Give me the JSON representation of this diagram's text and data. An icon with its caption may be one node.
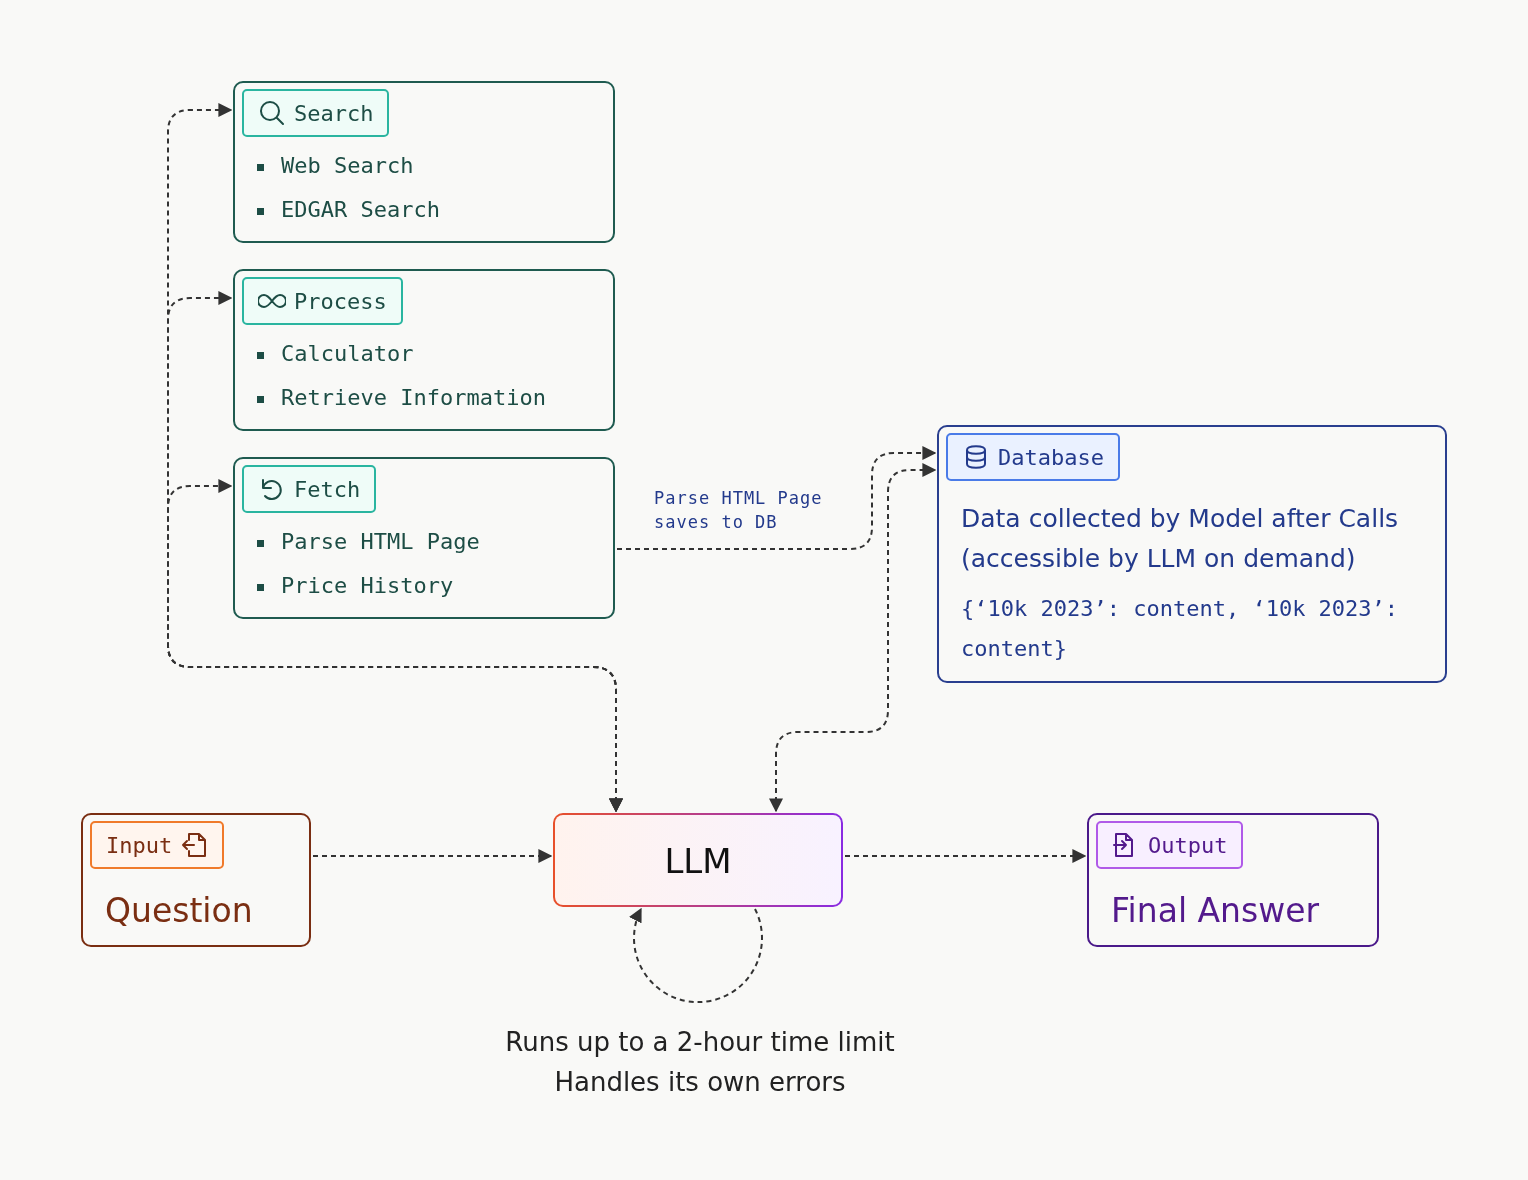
{
  "diagram": {
    "nodes": [
      {
        "text": [
          "Search",
          "Web Search",
          "EDGAR Search"
        ]
      },
      {
        "text": [
          "Process",
          "Calculator",
          "Retrieve Information"
        ]
      },
      {
        "text": [
          "Fetch",
          "Parse HTML Page",
          "Price History"
        ]
      },
      {
        "text": [
          "Database",
          "Data collected by Model after Calls (accessible by LLM on demand)",
          "{‘10k 2023’: content, ‘10k 2023’: content}"
        ]
      },
      {
        "text": [
          "Input",
          "Question"
        ]
      },
      {
        "text": [
          "LLM"
        ],
        "beside": [
          "Runs up to a 2-hour time limit",
          "Handles its own errors"
        ]
      },
      {
        "text": [
          "Output",
          "Final Answer"
        ]
      }
    ],
    "edges": [
      {
        "from": 5,
        "to": 0,
        "arrow": "both",
        "style": "dashed"
      },
      {
        "from": 5,
        "to": 1,
        "arrow": "both",
        "style": "dashed"
      },
      {
        "from": 5,
        "to": 2,
        "arrow": "both",
        "style": "dashed"
      },
      {
        "from": 2,
        "to": 3,
        "arrow": "to",
        "label": "Parse HTML Page saves to DB",
        "style": "dashed"
      },
      {
        "from": 5,
        "to": 3,
        "arrow": "both",
        "style": "dashed"
      },
      {
        "from": 4,
        "to": 5,
        "arrow": "to",
        "style": "dashed"
      },
      {
        "from": 5,
        "to": 6,
        "arrow": "to",
        "style": "dashed"
      },
      {
        "from": 5,
        "to": 5,
        "arrow": "to",
        "style": "dashed"
      }
    ]
  }
}
